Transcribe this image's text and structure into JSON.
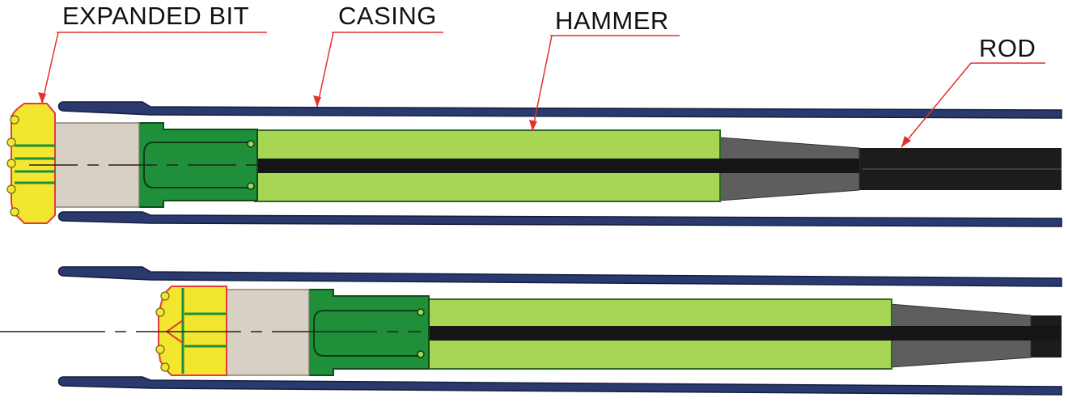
{
  "labels": {
    "expanded_bit": "EXPANDED BIT",
    "casing": "CASING",
    "hammer": "HAMMER",
    "rod": "ROD"
  },
  "colors": {
    "casing": "#2a3a6e",
    "bit": "#f2e62e",
    "bit_edge": "#e83a3a",
    "sleeve": "#d8d0c4",
    "hammer_dark": "#1f8f3a",
    "hammer_body": "#a6d654",
    "taper": "#5a5a5a",
    "rod": "#1c1c1c",
    "leader": "#e0322a",
    "underline": "#e0322a"
  }
}
